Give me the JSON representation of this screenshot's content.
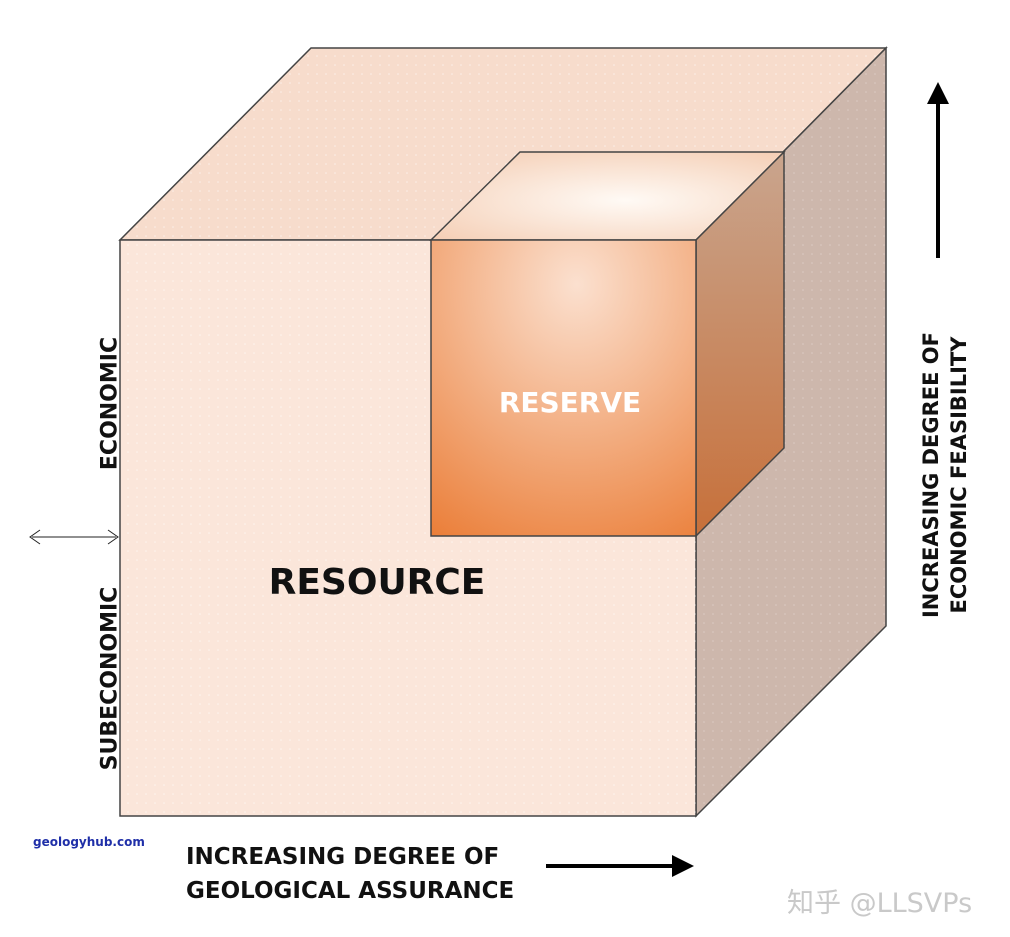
{
  "diagram": {
    "resource_label": "RESOURCE",
    "reserve_label": "RESERVE",
    "economic_label": "ECONOMIC",
    "subeconomic_label": "SUBECONOMIC",
    "feasibility_axis": {
      "line1": "INCREASING DEGREE OF",
      "line2": "ECONOMIC FEASIBILITY"
    },
    "assurance_axis": {
      "line1": "INCREASING DEGREE OF",
      "line2": "GEOLOGICAL ASSURANCE"
    },
    "source": "geologyhub.com",
    "watermark": "知乎 @LLSVPs"
  },
  "colors": {
    "resource_front": "#fbe6da",
    "resource_top": "#f7dccc",
    "resource_side": "#cdb7ac",
    "reserve_front_light": "#f8d3bd",
    "reserve_front_dark": "#ea7a32",
    "reserve_top_light": "#fff4ec",
    "reserve_side": "#c98655",
    "outline": "#444444",
    "source_text": "#1f2fa8"
  }
}
